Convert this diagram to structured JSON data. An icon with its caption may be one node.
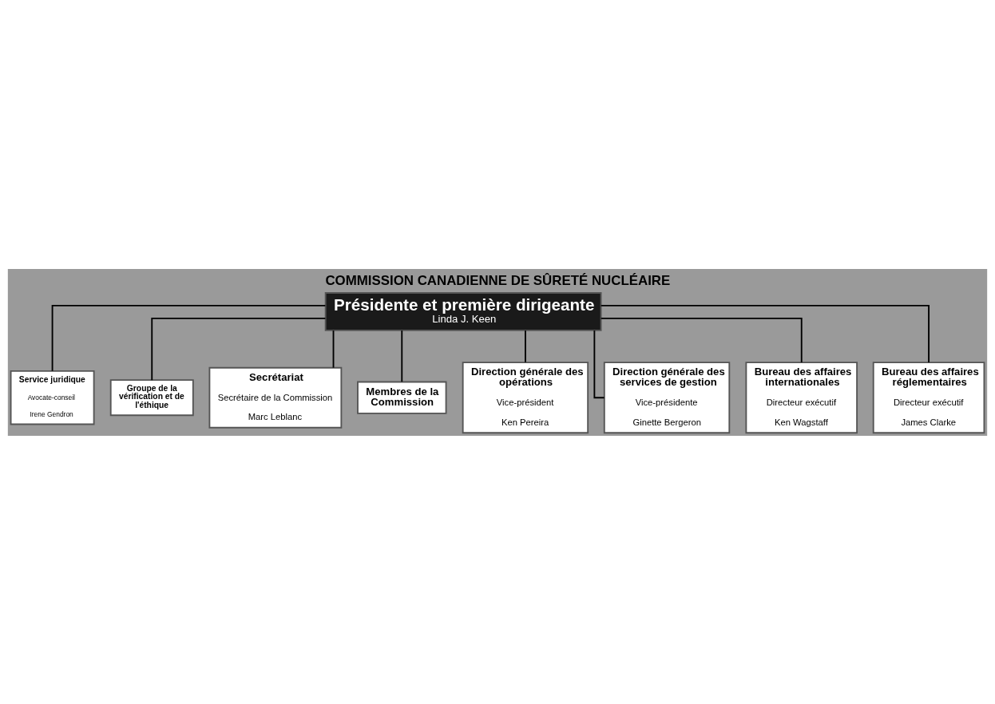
{
  "diagram": {
    "title": "COMMISSION CANADIENNE DE SÛRETÉ NUCLÉAIRE",
    "nodes": [
      {
        "text": [
          "Présidente et première dirigeante",
          "Linda J. Keen"
        ]
      },
      {
        "text": [
          "Service juridique",
          "Avocate-conseil",
          "Irene Gendron"
        ]
      },
      {
        "text": [
          "Groupe de la vérification et de l'éthique"
        ]
      },
      {
        "text": [
          "Secrétariat",
          "Secrétaire de la Commission",
          "Marc Leblanc"
        ]
      },
      {
        "text": [
          "Membres de la Commission"
        ]
      },
      {
        "text": [
          "Direction générale des opérations",
          "Vice-président",
          "Ken Pereira"
        ]
      },
      {
        "text": [
          "Direction générale des services de gestion",
          "Vice-présidente",
          "Ginette Bergeron"
        ]
      },
      {
        "text": [
          "Bureau des affaires internationales",
          "Directeur exécutif",
          "Ken Wagstaff"
        ]
      },
      {
        "text": [
          "Bureau des affaires réglementaires",
          "Directeur exécutif",
          "James Clarke"
        ]
      }
    ],
    "edges": [
      {
        "from": 0,
        "to": 1,
        "arrow": "none"
      },
      {
        "from": 0,
        "to": 2,
        "arrow": "none"
      },
      {
        "from": 0,
        "to": 3,
        "arrow": "none"
      },
      {
        "from": 0,
        "to": 4,
        "arrow": "none"
      },
      {
        "from": 0,
        "to": 5,
        "arrow": "none"
      },
      {
        "from": 0,
        "to": 6,
        "arrow": "none"
      },
      {
        "from": 0,
        "to": 7,
        "arrow": "none"
      },
      {
        "from": 0,
        "to": 8,
        "arrow": "none"
      }
    ]
  }
}
